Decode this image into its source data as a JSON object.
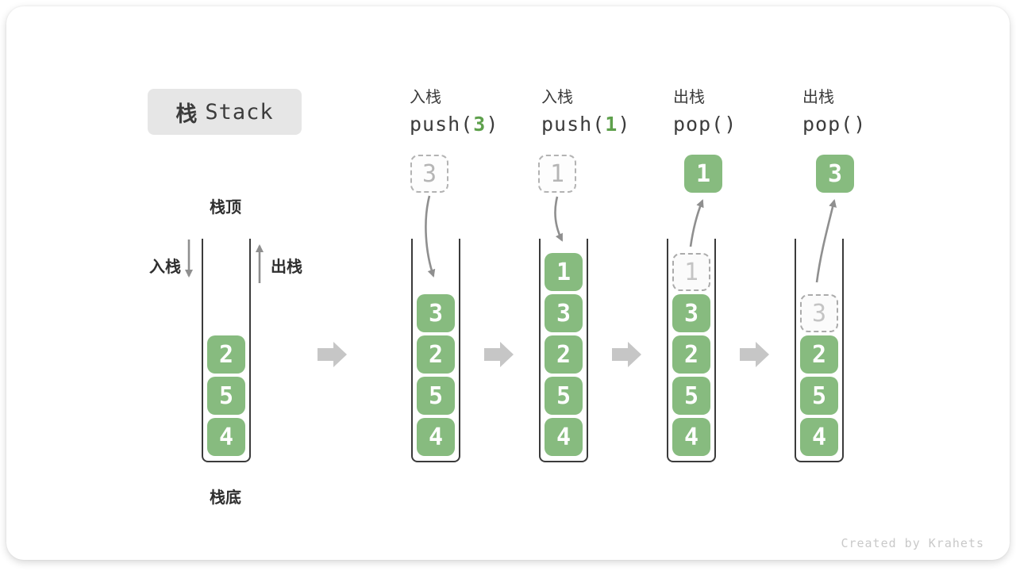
{
  "diagram": {
    "title": {
      "zh": "栈",
      "en": "Stack"
    },
    "labels": {
      "stack_top": "栈顶",
      "stack_bottom": "栈底",
      "push_side": "入栈",
      "pop_side": "出栈"
    },
    "watermark": "Created by Krahets"
  },
  "colors": {
    "block_green": "#87bb7f",
    "code_green": "#5ea04c",
    "title_bg": "#e6e6e6",
    "text_dark": "#3c3c3c",
    "wall_dark": "#3b3b3b",
    "arrow_gray": "#8f8f8f",
    "block_arrow_gray": "#c6c6c6",
    "dashed_gray": "#b3b3b3",
    "ghost_text": "#c4c4c4",
    "watermark_gray": "#c9c9c9"
  },
  "operations": [
    {
      "action": "入栈",
      "code_prefix": "push(",
      "code_arg": "3",
      "code_suffix": ")"
    },
    {
      "action": "入栈",
      "code_prefix": "push(",
      "code_arg": "1",
      "code_suffix": ")"
    },
    {
      "action": "出栈",
      "code_prefix": "pop(",
      "code_arg": "",
      "code_suffix": ")"
    },
    {
      "action": "出栈",
      "code_prefix": "pop(",
      "code_arg": "",
      "code_suffix": ")"
    }
  ],
  "stacks": [
    {
      "id": "stack-initial",
      "blocks": [
        {
          "value": "2"
        },
        {
          "value": "5"
        },
        {
          "value": "4"
        }
      ],
      "floating": null
    },
    {
      "id": "stack-after-push-3",
      "blocks": [
        {
          "value": "3"
        },
        {
          "value": "2"
        },
        {
          "value": "5"
        },
        {
          "value": "4"
        }
      ],
      "floating": {
        "value": "3",
        "style": "dashed"
      }
    },
    {
      "id": "stack-after-push-1",
      "blocks": [
        {
          "value": "1"
        },
        {
          "value": "3"
        },
        {
          "value": "2"
        },
        {
          "value": "5"
        },
        {
          "value": "4"
        }
      ],
      "floating": {
        "value": "1",
        "style": "dashed"
      }
    },
    {
      "id": "stack-after-pop-1",
      "blocks": [
        {
          "value": "1",
          "ghost": true
        },
        {
          "value": "3"
        },
        {
          "value": "2"
        },
        {
          "value": "5"
        },
        {
          "value": "4"
        }
      ],
      "floating": {
        "value": "1",
        "style": "solid"
      }
    },
    {
      "id": "stack-after-pop-3",
      "blocks": [
        {
          "value": "3",
          "ghost": true
        },
        {
          "value": "2"
        },
        {
          "value": "5"
        },
        {
          "value": "4"
        }
      ],
      "floating": {
        "value": "3",
        "style": "solid"
      }
    }
  ]
}
